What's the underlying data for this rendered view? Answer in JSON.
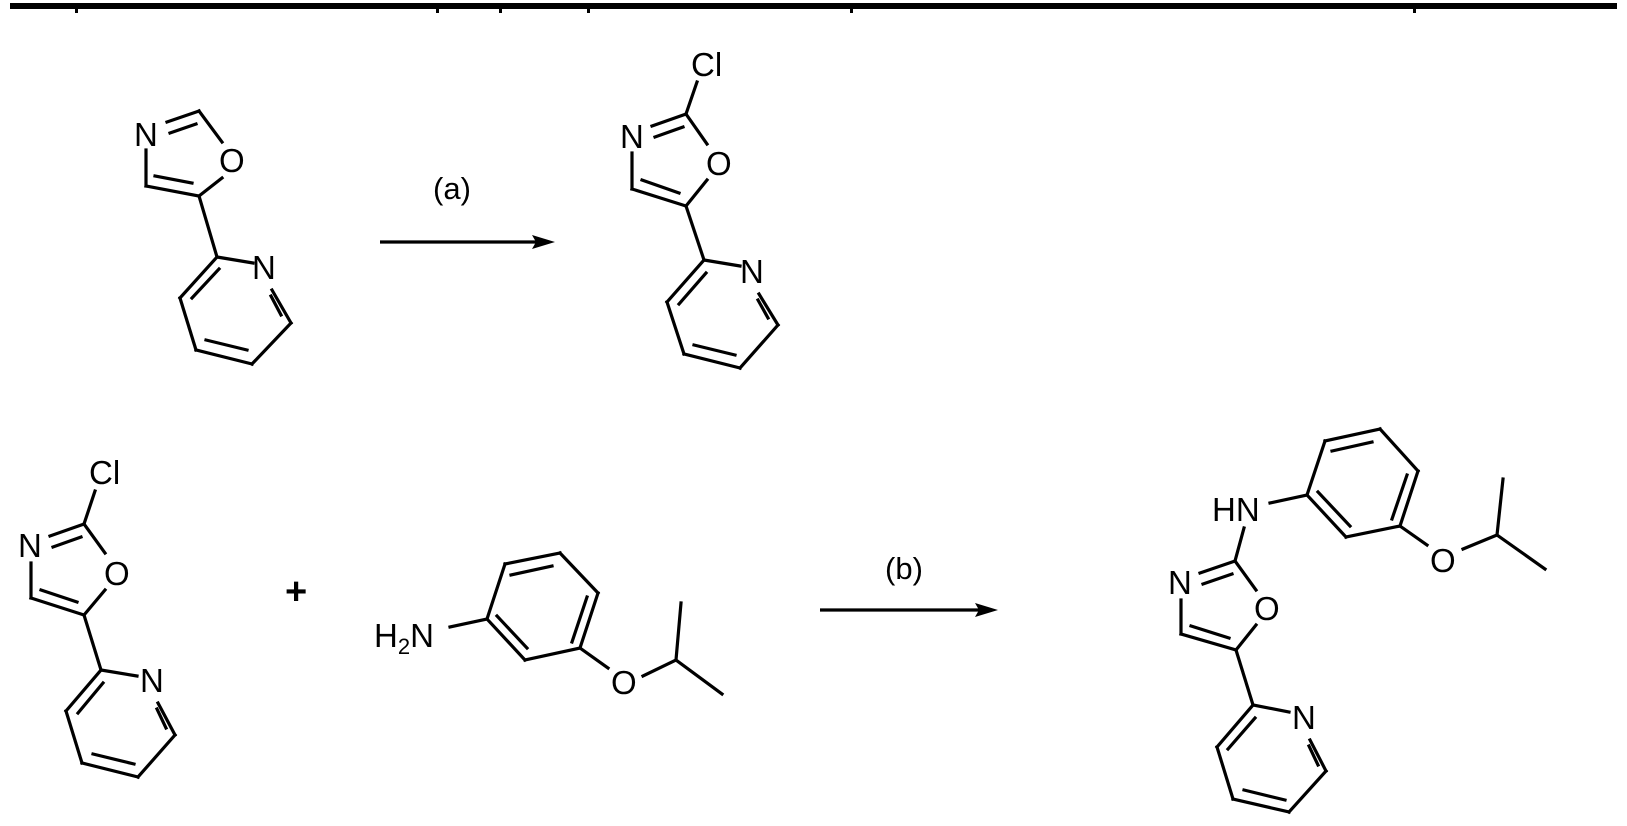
{
  "header": {
    "title_visible": "",
    "note": "cropped underlined title; only rule with descender fragments visible"
  },
  "colors": {
    "ink": "#000000",
    "background": "#ffffff"
  },
  "reaction_a": {
    "reagent": {
      "name": "5-(pyridin-2-yl)oxazole",
      "atom_labels": [
        "N",
        "O",
        "N"
      ]
    },
    "condition_label": "(a)",
    "product": {
      "name": "2-chloro-5-(pyridin-2-yl)oxazole",
      "atom_labels": [
        "Cl",
        "N",
        "O",
        "N"
      ]
    }
  },
  "reaction_b": {
    "reagent_1": {
      "name": "2-chloro-5-(pyridin-2-yl)oxazole",
      "atom_labels": [
        "Cl",
        "N",
        "O",
        "N"
      ]
    },
    "plus_sign": "+",
    "reagent_2": {
      "name": "3-isopropoxyaniline",
      "amine_label_main": "H",
      "amine_label_sub": "2",
      "amine_label_tail": "N",
      "atom_labels": [
        "O"
      ]
    },
    "condition_label": "(b)",
    "product": {
      "name": "N-(3-isopropoxyphenyl)-5-(pyridin-2-yl)oxazol-2-amine",
      "atom_labels": [
        "HN",
        "N",
        "O",
        "O",
        "N"
      ]
    }
  }
}
